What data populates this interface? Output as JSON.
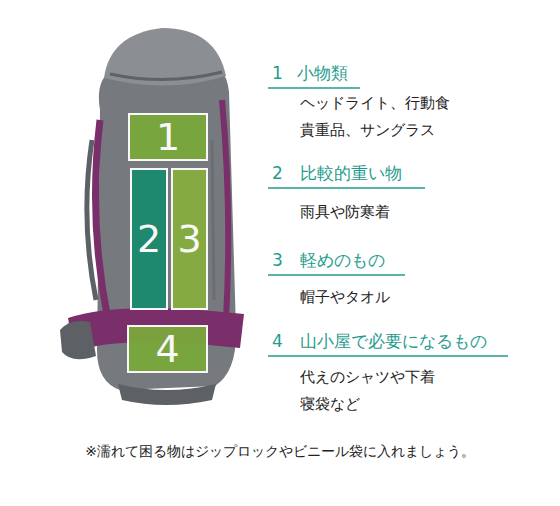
{
  "diagram": {
    "nodes": [
      {
        "text": [
          "1"
        ]
      },
      {
        "text": [
          "2"
        ]
      },
      {
        "text": [
          "3"
        ]
      },
      {
        "text": [
          "4"
        ]
      }
    ],
    "labels": [
      "1",
      "小物類",
      "ヘッドライト、行動食",
      "貴重品、サングラス",
      "2",
      "比較的重い物",
      "雨具や防寒着",
      "3",
      "軽めのもの",
      "帽子やタオル",
      "4",
      "山小屋で必要になるもの",
      "代えのシャツや下着",
      "寝袋など"
    ],
    "caption": "※濡れて困る物はジップロックやビニール袋に入れましょう。"
  }
}
